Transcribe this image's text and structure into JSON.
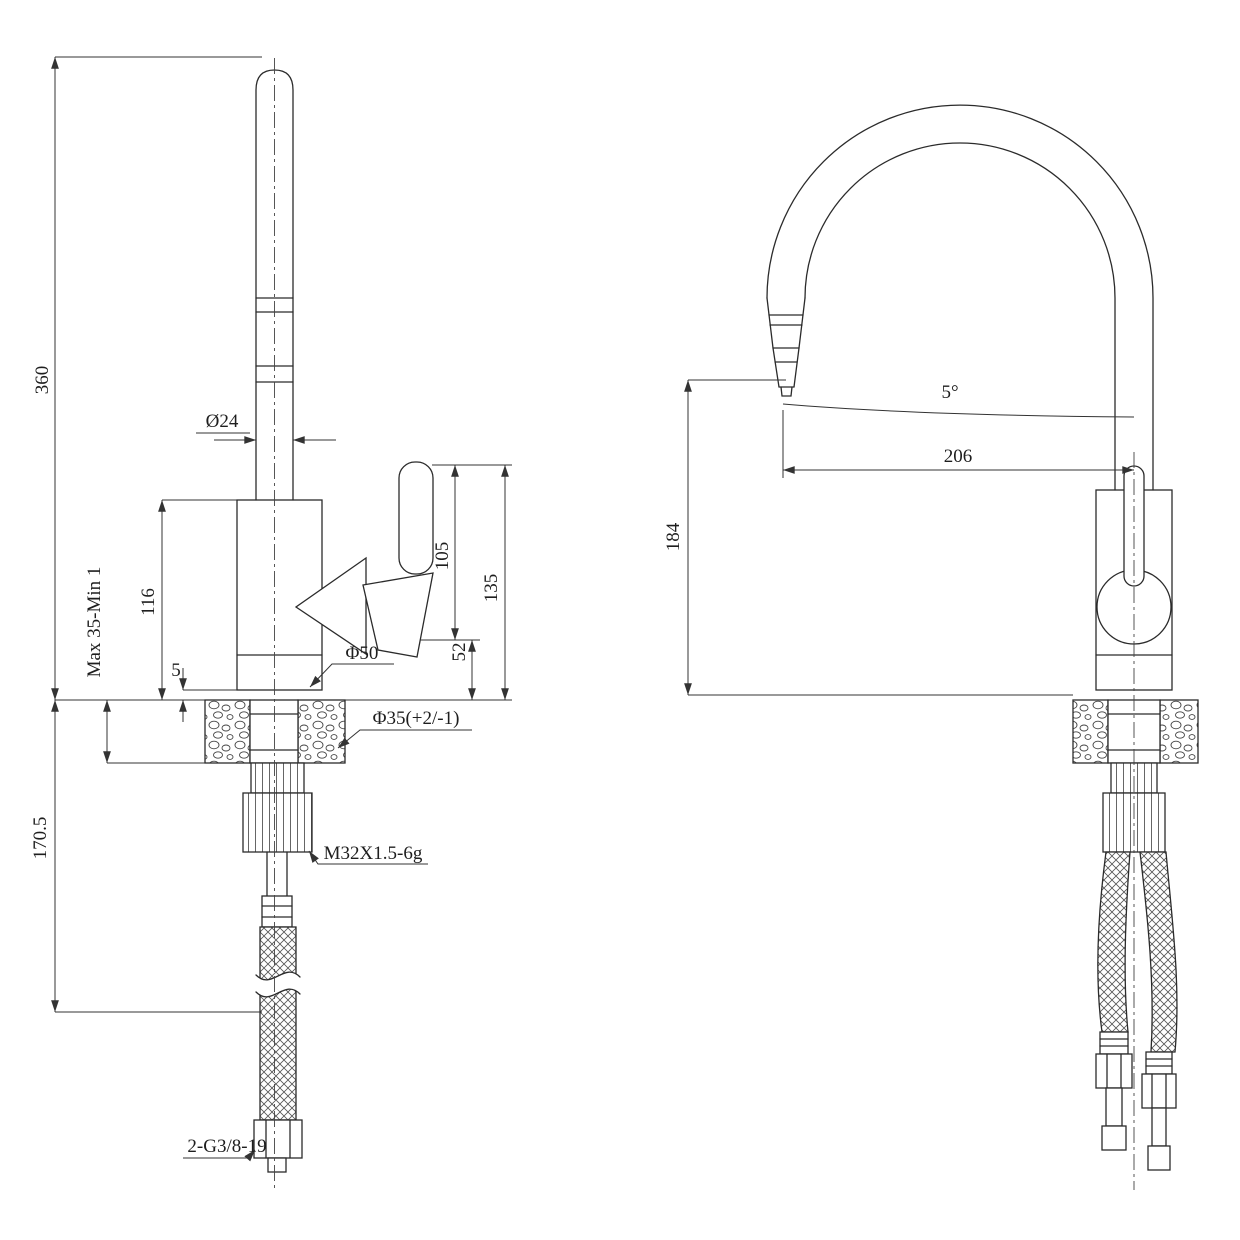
{
  "colors": {
    "line": "#2b2b2b",
    "dim": "#333333",
    "background": "#ffffff"
  },
  "left_view": {
    "labels": {
      "overall_height": "360",
      "below_deck_length": "170.5",
      "spout_diameter": "Ø24",
      "body_height": "116",
      "deck_thickness": "Max 35-Min 1",
      "base_gap": "5",
      "base_diameter": "Φ50",
      "hole_diameter": "Φ35(+2/-1)",
      "shank_thread": "M32X1.5-6g",
      "hose_thread": "2-G3/8-19",
      "handle_height": "105",
      "handle_lower": "52",
      "handle_total": "135"
    }
  },
  "right_view": {
    "labels": {
      "spout_angle": "5°",
      "spout_reach": "206",
      "outlet_height": "184"
    }
  }
}
